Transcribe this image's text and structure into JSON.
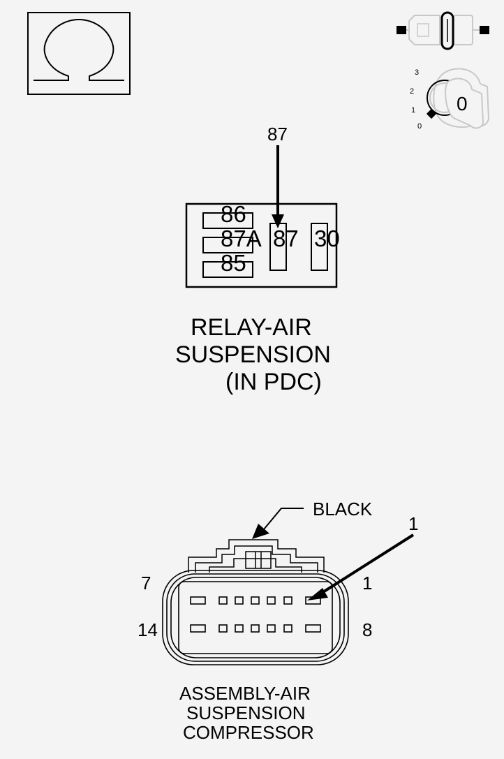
{
  "ignition": {
    "key_positions": [
      "3",
      "2",
      "1",
      "0"
    ],
    "key_label": "0"
  },
  "relay": {
    "top_pin_label": "87",
    "pins": {
      "p86": "86",
      "p87a": "87A",
      "p87": "87",
      "p30": "30",
      "p85": "85"
    },
    "title_line1": "RELAY-AIR",
    "title_line2": "SUSPENSION",
    "title_line3": "(IN PDC)"
  },
  "connector": {
    "color_label": "BLACK",
    "pin_pointer_label": "1",
    "pin_labels": {
      "top_left": "7",
      "top_right": "1",
      "bottom_left": "14",
      "bottom_right": "8"
    },
    "title_line1": "ASSEMBLY-AIR",
    "title_line2": "SUSPENSION",
    "title_line3": "COMPRESSOR"
  },
  "colors": {
    "line": "#000000",
    "background": "#f4f4f4",
    "faded": "#c8c8c8"
  }
}
